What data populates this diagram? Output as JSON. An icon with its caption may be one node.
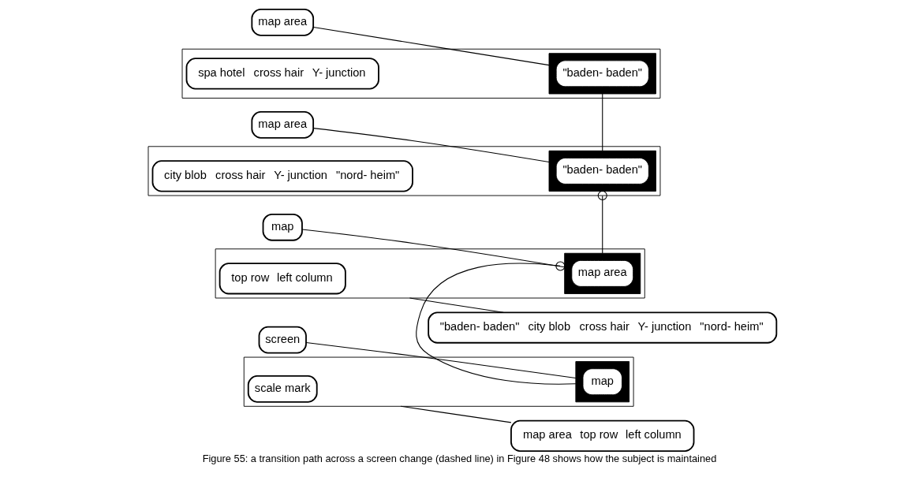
{
  "diagram": {
    "caption": "Figure 55: a transition path across a screen change (dashed line) in Figure 48 shows how the subject is maintained",
    "nodes": [
      {
        "text": [
          "screen"
        ]
      },
      {
        "text": [],
        "shape": "box"
      },
      {
        "text": [],
        "shape": "box",
        "in": 1
      },
      {
        "text": [
          "map"
        ],
        "in": 2
      },
      {
        "text": [
          "scale mark"
        ],
        "in": 1
      },
      {
        "text": [
          "map area",
          "top row",
          "left column"
        ]
      },
      {
        "text": [
          "map"
        ]
      },
      {
        "text": [],
        "shape": "box"
      },
      {
        "text": [],
        "shape": "box",
        "in": 7
      },
      {
        "text": [
          "map area"
        ],
        "in": 8
      },
      {
        "text": [
          "top row",
          "left column"
        ],
        "in": 7
      },
      {
        "text": [
          "\"baden- baden\"",
          "city blob",
          "cross hair",
          "Y- junction",
          "\"nord- heim\""
        ]
      },
      {
        "text": [
          "map area"
        ]
      },
      {
        "text": [],
        "shape": "box"
      },
      {
        "text": [],
        "shape": "box",
        "in": 13
      },
      {
        "text": [
          "\"baden- baden\""
        ],
        "in": 14
      },
      {
        "text": [
          "city blob",
          "cross hair",
          "Y- junction",
          "\"nord- heim\""
        ],
        "in": 13
      },
      {
        "text": [
          "map area"
        ]
      },
      {
        "text": [],
        "shape": "box"
      },
      {
        "text": [],
        "shape": "box",
        "in": 18
      },
      {
        "text": [
          "\"baden- baden\""
        ],
        "in": 19
      },
      {
        "text": [
          "spa hotel",
          "cross hair",
          "Y- junction"
        ],
        "in": 18
      }
    ],
    "edges": [
      {
        "from": 0,
        "to": 2,
        "arrow": "none"
      },
      {
        "from": 1,
        "to": 5,
        "arrow": "none"
      },
      {
        "from": 2,
        "to": 8,
        "arrow": "other"
      },
      {
        "from": 6,
        "to": 8,
        "arrow": "none"
      },
      {
        "from": 7,
        "to": 11,
        "arrow": "none"
      },
      {
        "from": 8,
        "to": 14,
        "arrow": "other"
      },
      {
        "from": 12,
        "to": 14,
        "arrow": "none"
      },
      {
        "from": 14,
        "to": 19,
        "arrow": "none"
      },
      {
        "from": 17,
        "to": 19,
        "arrow": "none"
      }
    ]
  }
}
